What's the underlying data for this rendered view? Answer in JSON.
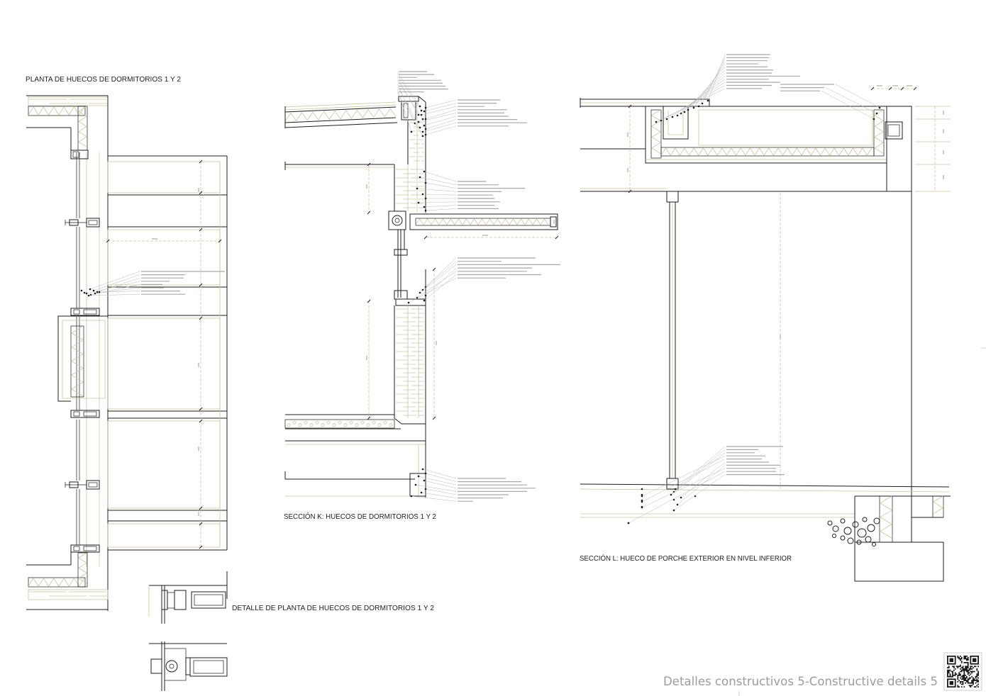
{
  "sheet": {
    "title": "Detalles constructivos 5-Constructive details 5"
  },
  "drawings": {
    "plan": {
      "title": "PLANTA DE HUECOS DE DORMITORIOS 1 Y 2"
    },
    "section_k": {
      "title": "SECCIÓN K: HUECOS DE DORMITORIOS 1 Y 2"
    },
    "section_l": {
      "title": "SECCIÓN L: HUECO DE PORCHE EXTERIOR EN NIVEL INFERIOR"
    },
    "plan_detail": {
      "title": "DETALLE DE PLANTA DE HUECOS DE DORMITORIOS 1 Y 2"
    }
  },
  "colors": {
    "background": "#ffffff",
    "line": "#1c1c1c",
    "secondary_line": "#c8c5a2",
    "annotation": "#a9a9a9",
    "sheet_title": "#9c9c9c"
  }
}
